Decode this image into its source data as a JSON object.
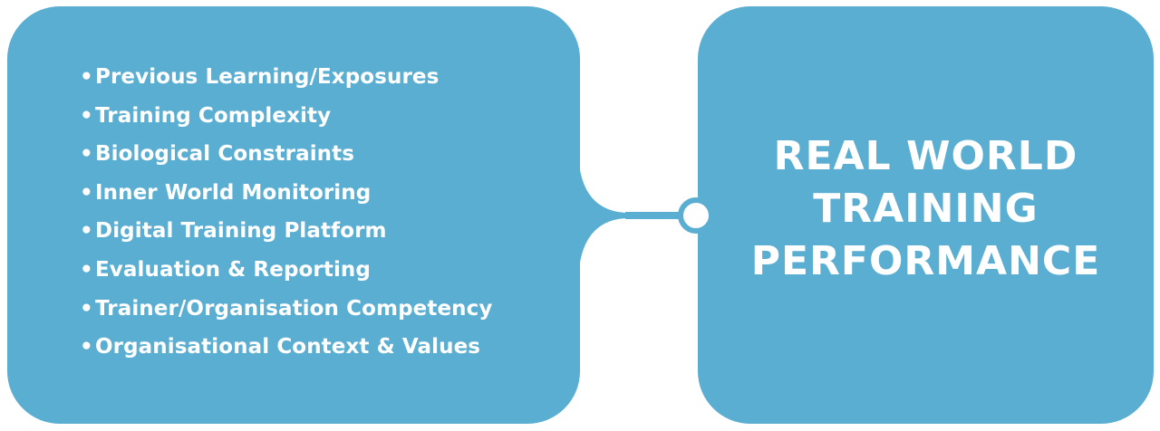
{
  "colors": {
    "panel": "#5aaed2",
    "text": "#ffffff",
    "background": "#ffffff"
  },
  "factors": {
    "bullet": "•",
    "items": [
      "Previous Learning/Exposures",
      "Training Complexity",
      "Biological Constraints",
      "Inner World Monitoring",
      "Digital Training Platform",
      "Evaluation & Reporting",
      "Trainer/Organisation Competency",
      "Organisational Context & Values"
    ]
  },
  "outcome": {
    "lines": [
      "REAL WORLD",
      "TRAINING",
      "PERFORMANCE"
    ]
  }
}
